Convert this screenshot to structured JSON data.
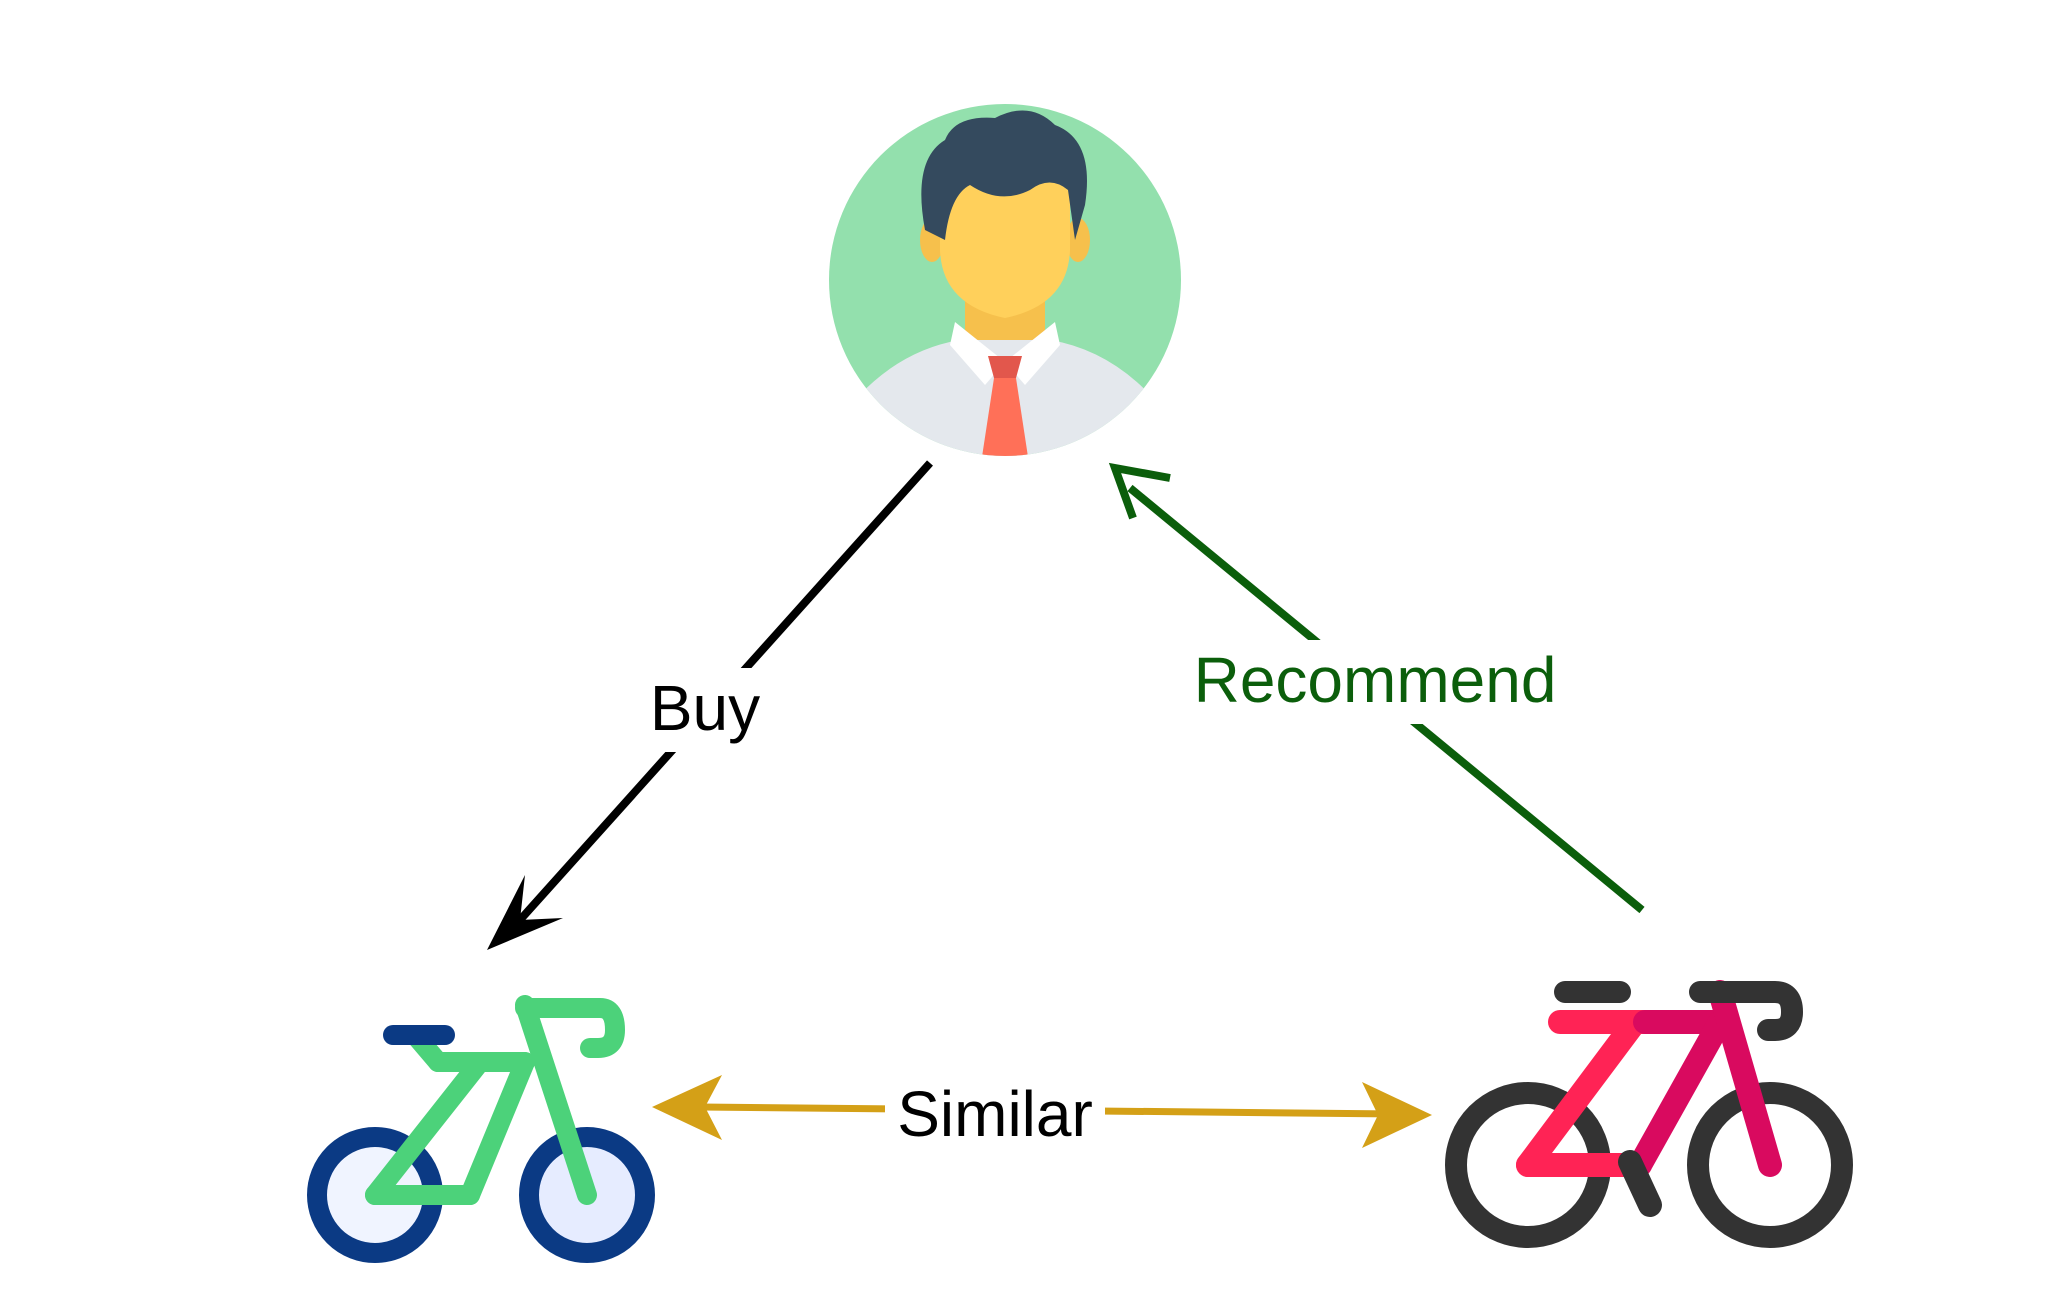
{
  "edges": {
    "buy": {
      "label": "Buy",
      "color": "#000000"
    },
    "recommend": {
      "label": "Recommend",
      "color": "#0b5e0b"
    },
    "similar": {
      "label": "Similar",
      "color": "#d4a017"
    }
  },
  "nodes": {
    "user": {
      "icon": "user-avatar-icon",
      "circle_color": "#93e0ad",
      "tie_color": "#ff7058"
    },
    "bike_left": {
      "icon": "green-bicycle-icon",
      "frame_color": "#4cd27a",
      "wheel_color": "#0b3a84"
    },
    "bike_right": {
      "icon": "red-bicycle-icon",
      "frame_color": "#ff2355",
      "wheel_color": "#333333"
    }
  }
}
